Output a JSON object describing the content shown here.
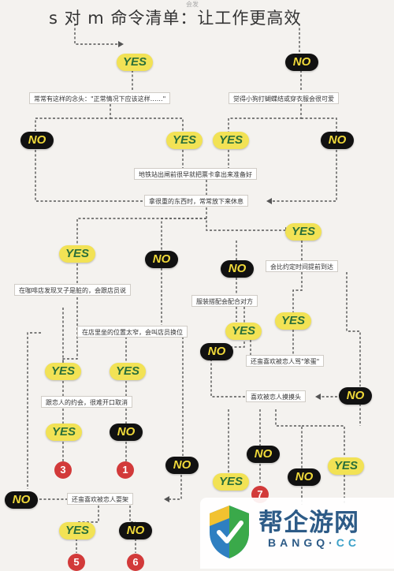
{
  "title": "s 对 m 命令清单：让工作更高效",
  "watermark_top": "会发",
  "yes_label": "YES",
  "no_label": "NO",
  "boxes": {
    "q1": "常常有这样的念头：\"正常情况下应该这样……\"",
    "q2": "觉得小狗打蝴蝶结或穿衣服会很可爱",
    "q3": "地铁站出闸前很早就把票卡拿出来准备好",
    "q4": "拿很重的东西时，常常放下来休息",
    "q5": "会比约定时间提前到达",
    "q6": "在咖啡店发现叉子是脏的，会跟店员说",
    "q7": "服装搭配会配合对方",
    "q8": "在店里坐的位置太窄，会叫店员换位",
    "q9": "还蛮喜欢被恋人骂\"笨蛋\"",
    "q10": "跟恋人的约会，很难开口取消",
    "q11": "喜欢被恋人摸摸头",
    "q12": "还蛮喜欢被恋人耍架"
  },
  "results": [
    "3",
    "1",
    "7",
    "5",
    "6"
  ],
  "brand": {
    "name": "帮企游网",
    "domain_main": "BANGQ",
    "domain_dot": "·",
    "domain_cc": "CC"
  },
  "colors": {
    "yes_bg": "#f2e255",
    "yes_text": "#2a6f3a",
    "no_bg": "#111111",
    "no_text": "#f0d93a",
    "result": "#d23a3a"
  }
}
